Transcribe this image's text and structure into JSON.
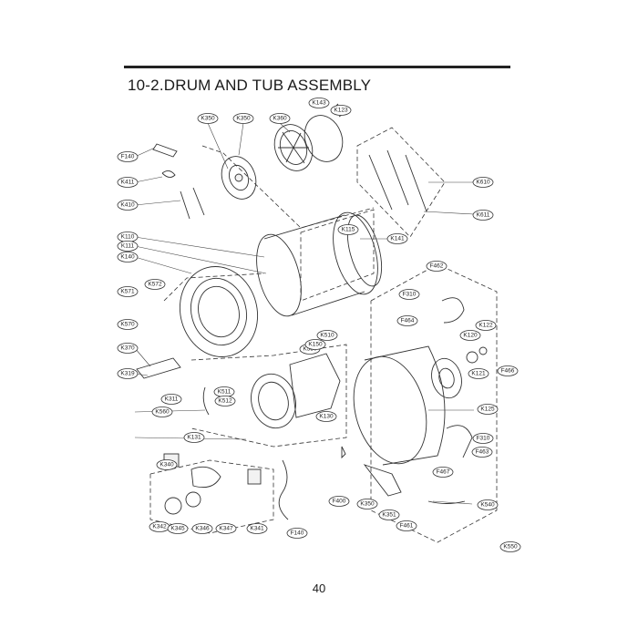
{
  "title": "10-2.DRUM AND TUB ASSEMBLY",
  "page_number": "40",
  "callouts": [
    "K143",
    "K123",
    "K350",
    "K350",
    "K360",
    "F140",
    "K411",
    "K410",
    "K610",
    "K611",
    "K110",
    "K111",
    "K140",
    "K115",
    "K141",
    "F462",
    "K572",
    "K571",
    "K570",
    "F310",
    "F464",
    "K122",
    "K120",
    "K370",
    "K319",
    "K311",
    "K511",
    "K530",
    "K150",
    "K510",
    "K512",
    "K130",
    "K560",
    "K121",
    "F466",
    "K125",
    "K131",
    "F310",
    "F463",
    "K340",
    "F467",
    "F400",
    "K350",
    "K351",
    "F461",
    "K341",
    "K342",
    "K345",
    "K346",
    "K347",
    "F140",
    "K540",
    "K550"
  ]
}
